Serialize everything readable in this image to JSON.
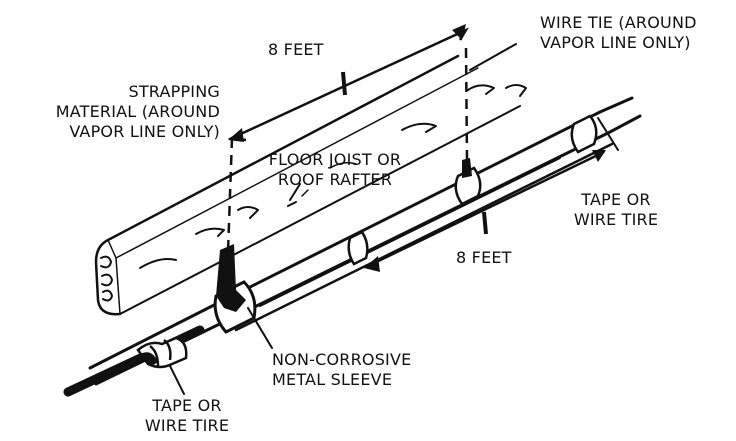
{
  "labels": {
    "eight_feet_top": "8 FEET",
    "wire_tie": [
      "WIRE TIE (AROUND",
      "VAPOR LINE ONLY)"
    ],
    "strapping": [
      "STRAPPING",
      "MATERIAL (AROUND",
      "VAPOR LINE ONLY)"
    ],
    "floor_joist": [
      "FLOOR JOIST OR",
      "ROOF RAFTER"
    ],
    "tape_right": [
      "TAPE OR",
      "WIRE TIRE"
    ],
    "eight_feet_bottom": "8 FEET",
    "sleeve": [
      "NON-CORROSIVE",
      "METAL SLEEVE"
    ],
    "tape_bottom": [
      "TAPE OR",
      "WIRE TIRE"
    ]
  },
  "colors": {
    "ink": "#111111",
    "background": "#ffffff"
  }
}
